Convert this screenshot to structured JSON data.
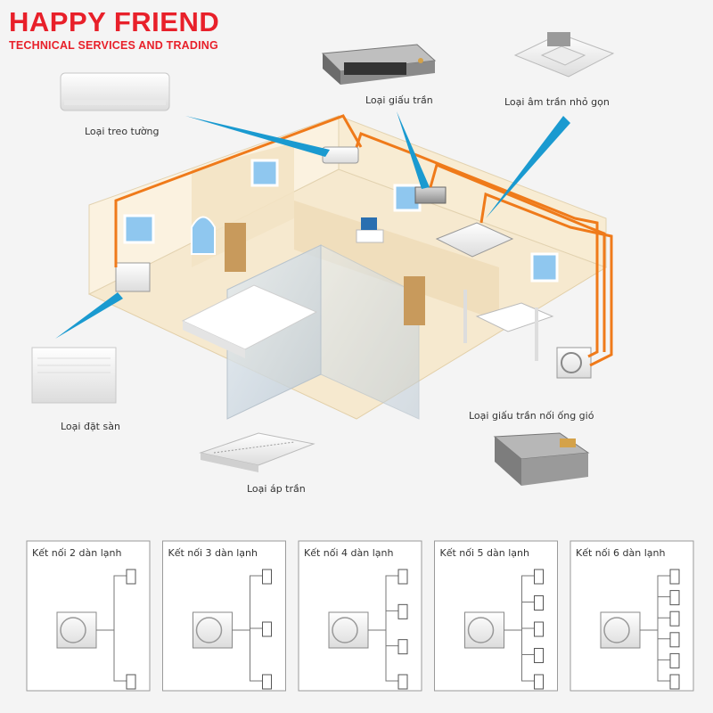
{
  "brand": {
    "title": "HAPPY FRIEND",
    "subtitle": "TECHNICAL SERVICES AND TRADING"
  },
  "units": {
    "wall": "Loại treo tường",
    "ducted": "Loại giấu trần",
    "cassette": "Loại âm trần nhỏ gọn",
    "floor": "Loại đặt sàn",
    "ceiling": "Loại áp trần",
    "ducted_duct": "Loại giấu trần nối ống gió"
  },
  "connections": [
    {
      "label": "Kết nối 2 dàn lạnh",
      "count": 2
    },
    {
      "label": "Kết nối 3 dàn lạnh",
      "count": 3
    },
    {
      "label": "Kết nối 4 dàn lạnh",
      "count": 4
    },
    {
      "label": "Kết nối 5 dàn lạnh",
      "count": 5
    },
    {
      "label": "Kết nối 6 dàn lạnh",
      "count": 6
    }
  ],
  "colors": {
    "brand": "#e8202a",
    "pipe": "#ef7a1a",
    "pointer": "#1a9ad0",
    "floor": "#f6e9cf",
    "wall": "#fbf2e0"
  }
}
